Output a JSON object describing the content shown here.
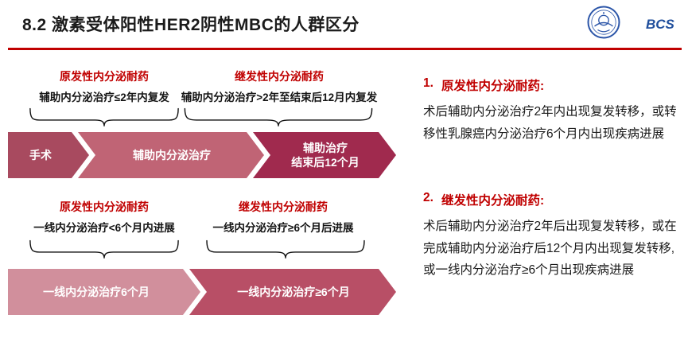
{
  "colors": {
    "accent": "#C00000",
    "brace": "#111111",
    "arrow_text": "#ffffff"
  },
  "header": {
    "title": "8.2 激素受体阳性HER2阴性MBC的人群区分",
    "bcs_text": "BCS"
  },
  "diagram": {
    "row1": {
      "label_primary": {
        "title": "原发性内分泌耐药",
        "subtitle": "辅助内分泌治疗≤2年内复发"
      },
      "label_secondary": {
        "title": "继发性内分泌耐药",
        "subtitle": "辅助内分泌治疗>2年至结束后12月内复发"
      },
      "arrows": [
        {
          "label": "手术",
          "color": "#a84a5f"
        },
        {
          "label": "辅助内分泌治疗",
          "color": "#c06475"
        },
        {
          "label_line1": "辅助治疗",
          "label_line2": "结束后12个月",
          "color": "#a02a4e"
        }
      ]
    },
    "row2": {
      "label_primary": {
        "title": "原发性内分泌耐药",
        "subtitle": "一线内分泌治疗<6个月内进展"
      },
      "label_secondary": {
        "title": "继发性内分泌耐药",
        "subtitle": "一线内分泌治疗≥6个月后进展"
      },
      "arrows": [
        {
          "label": "一线内分泌治疗6个月",
          "color": "#d18f9c"
        },
        {
          "label": "一线内分泌治疗≥6个月",
          "color": "#b84f66"
        }
      ]
    }
  },
  "notes": [
    {
      "number": "1.",
      "title": "原发性内分泌耐药:",
      "body": "术后辅助内分泌治疗2年内出现复发转移，或转移性乳腺癌内分泌治疗6个月内出现疾病进展"
    },
    {
      "number": "2.",
      "title": "继发性内分泌耐药:",
      "body": "术后辅助内分泌治疗2年后出现复发转移，或在完成辅助内分泌治疗后12个月内出现复发转移, 或一线内分泌治疗≥6个月出现疾病进展"
    }
  ]
}
